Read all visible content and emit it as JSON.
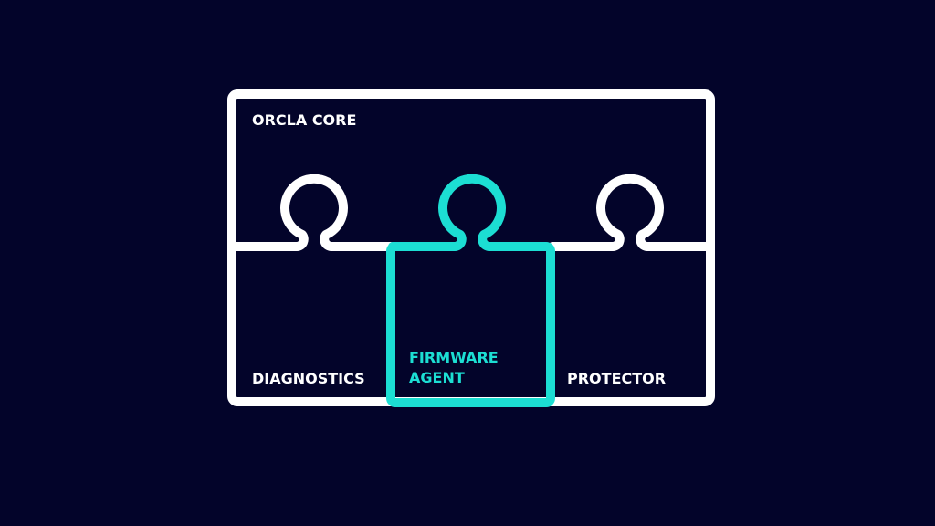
{
  "colors": {
    "background": "#03042a",
    "outline": "#ffffff",
    "highlight": "#1cded3",
    "label_default": "#ffffff"
  },
  "pieces": {
    "core": {
      "label": "ORCLA CORE"
    },
    "diagnostics": {
      "label": "DIAGNOSTICS"
    },
    "firmware": {
      "label_line1": "FIRMWARE",
      "label_line2": "AGENT"
    },
    "protector": {
      "label": "PROTECTOR"
    }
  }
}
